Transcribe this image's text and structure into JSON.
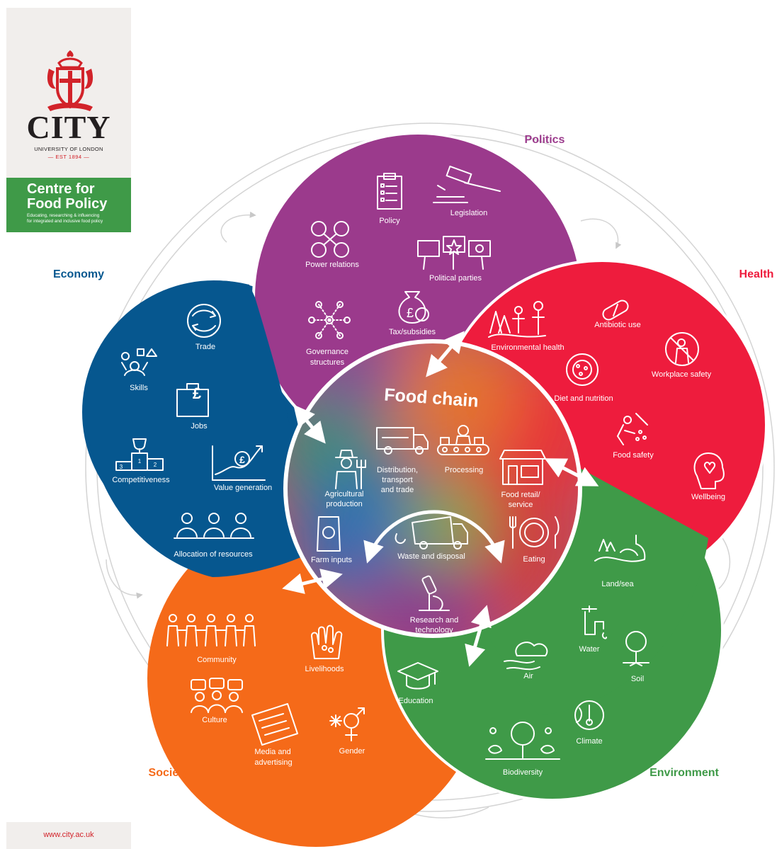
{
  "logo": {
    "name": "CITY",
    "university": "UNIVERSITY OF LONDON",
    "established": "EST 1894",
    "centre_line1": "Centre for",
    "centre_line2": "Food Policy",
    "tagline_line1": "Educating, researching & influencing",
    "tagline_line2": "for integrated and inclusive food policy"
  },
  "footer": {
    "url": "www.city.ac.uk"
  },
  "colors": {
    "politics": "#9b3a8c",
    "health": "#ee1c3d",
    "environment": "#3f9a48",
    "society": "#f56a19",
    "economy": "#06578f",
    "logo_red": "#d2232a"
  },
  "domains": {
    "politics": {
      "label": "Politics",
      "items": [
        "Policy",
        "Legislation",
        "Power relations",
        "Political parties",
        "Tax/subsidies",
        "Governance",
        "structures"
      ]
    },
    "health": {
      "label": "Health",
      "items": [
        "Antibiotic use",
        "Environmental health",
        "Workplace safety",
        "Diet and nutrition",
        "Food safety",
        "Wellbeing"
      ]
    },
    "environment": {
      "label": "Environment",
      "items": [
        "Land/sea",
        "Water",
        "Soil",
        "Air",
        "Climate",
        "Biodiversity"
      ]
    },
    "society": {
      "label": "Society",
      "items": [
        "Community",
        "Livelihoods",
        "Education",
        "Culture",
        "Media and",
        "advertising",
        "Gender"
      ]
    },
    "economy": {
      "label": "Economy",
      "items": [
        "Trade",
        "Skills",
        "Jobs",
        "Competitiveness",
        "Value generation",
        "Allocation of resources"
      ]
    }
  },
  "food_chain": {
    "title": "Food chain",
    "stages": [
      "Agricultural",
      "production",
      "Distribution,",
      "transport",
      "and trade",
      "Processing",
      "Food retail/",
      "service",
      "Eating",
      "Waste and disposal",
      "Research and",
      "technology",
      "Farm inputs"
    ]
  }
}
